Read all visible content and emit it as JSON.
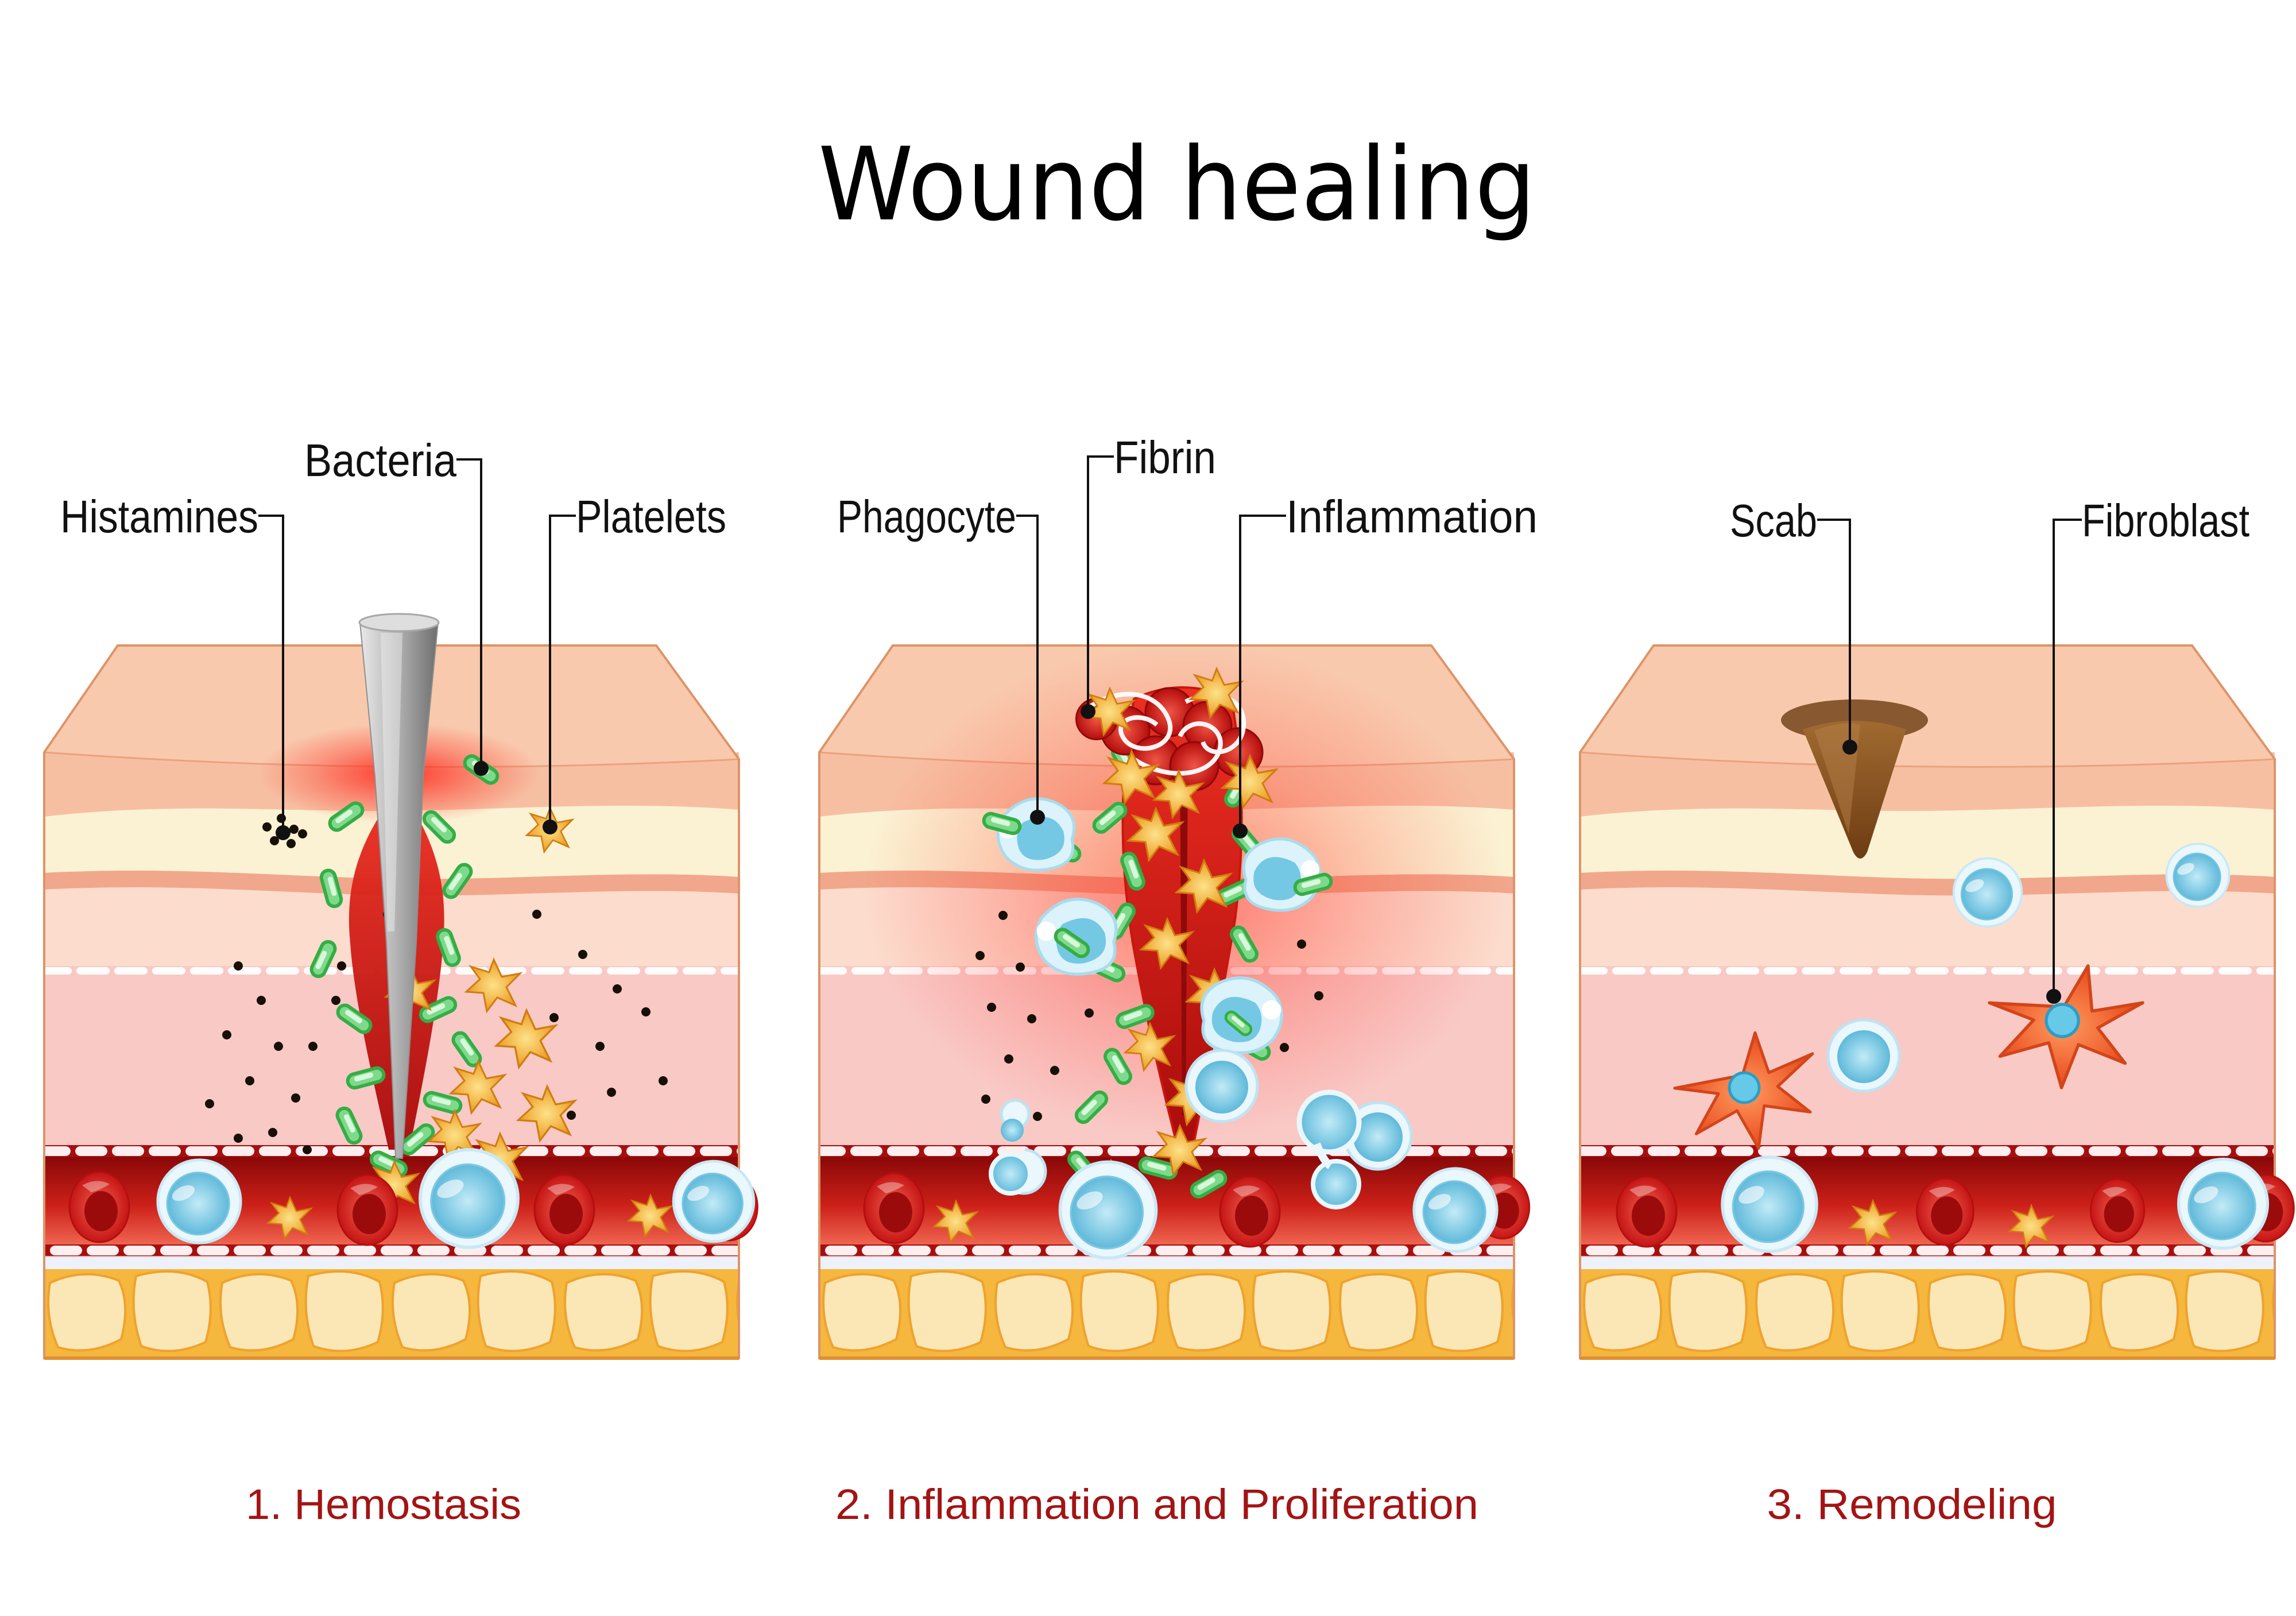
{
  "title": "Wound healing",
  "stages": [
    {
      "caption": "1. Hemostasis",
      "labels": {
        "histamines": "Histamines",
        "bacteria": "Bacteria",
        "platelets": "Platelets"
      }
    },
    {
      "caption": "2. Inflammation and Proliferation",
      "labels": {
        "phagocyte": "Phagocyte",
        "fibrin": "Fibrin",
        "inflammation": "Inflammation"
      }
    },
    {
      "caption": "3. Remodeling",
      "labels": {
        "scab": "Scab",
        "fibroblast": "Fibroblast"
      }
    }
  ],
  "palette": {
    "skin_top": "#f9c9ad",
    "skin_front": "#f7bfa2",
    "epidermis_cream": "#fbf2d3",
    "dermis_light": "#fcdccd",
    "dermis_pink": "#f9c9c6",
    "vessel_red": "#b01010",
    "fat_yellow": "#f5b73e",
    "fat_lobule": "#fbe7b6",
    "bacteria_green": "#4db659",
    "platelet_orange": "#eb9b22",
    "cell_blue": "#6fc3e2",
    "fibroblast_orange": "#ee5522",
    "scab_brown": "#8a5a28",
    "label_black": "#111111",
    "caption_red": "#a31414"
  }
}
